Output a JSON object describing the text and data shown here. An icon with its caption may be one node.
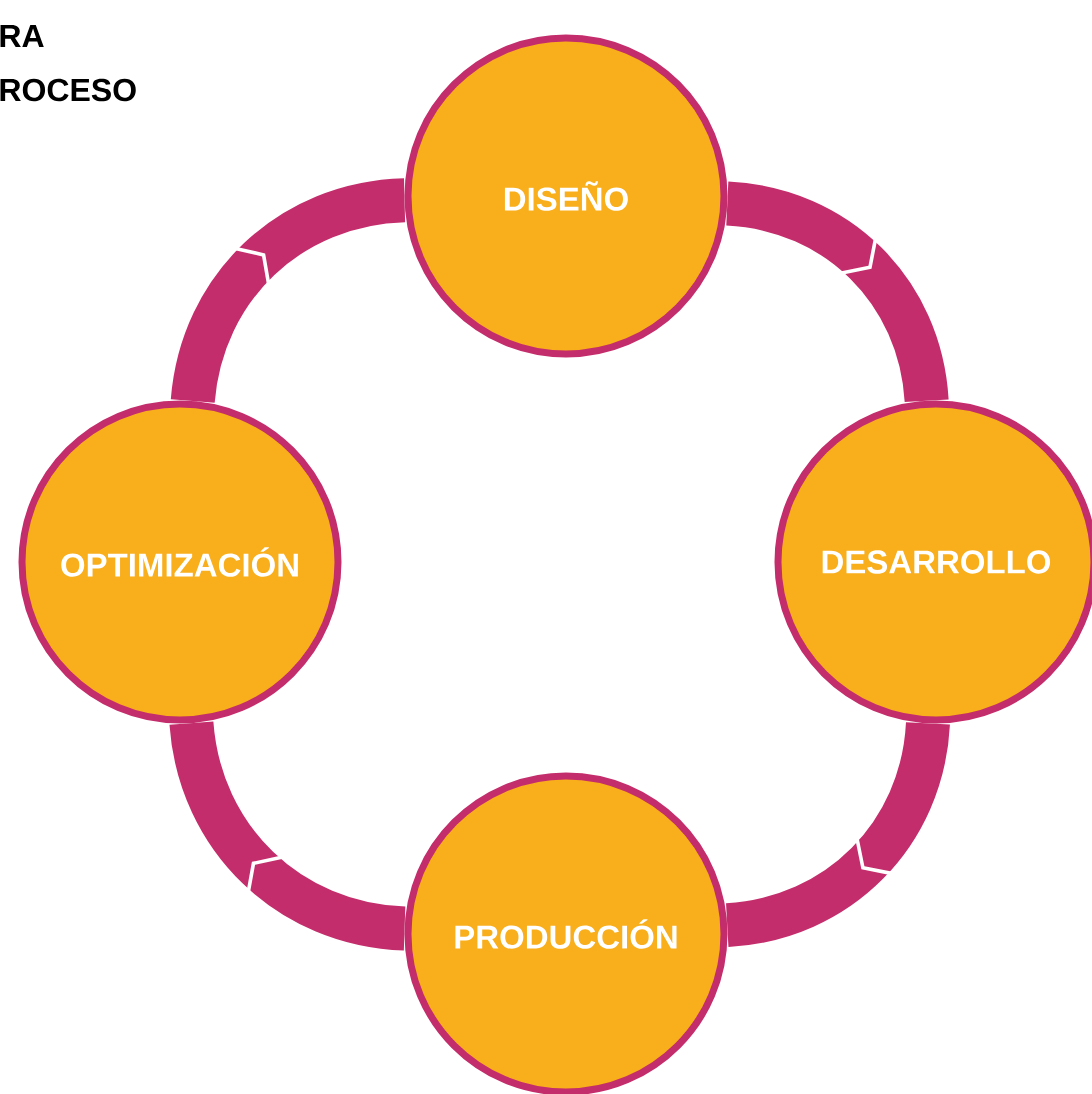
{
  "diagram": {
    "nodes": [
      {
        "text": [
          "DISEÑO"
        ]
      },
      {
        "text": [
          "DESARROLLO"
        ]
      },
      {
        "text": [
          "PRODUCCIÓN"
        ]
      },
      {
        "text": [
          "OPTIMIZACIÓN"
        ]
      }
    ],
    "edges": [
      {
        "from": 0,
        "to": 1,
        "arrow": "to"
      },
      {
        "from": 1,
        "to": 2,
        "arrow": "to"
      },
      {
        "from": 2,
        "to": 3,
        "arrow": "to"
      },
      {
        "from": 3,
        "to": 0,
        "arrow": "to"
      }
    ],
    "labels": [
      "RA",
      "ROCESO"
    ]
  }
}
